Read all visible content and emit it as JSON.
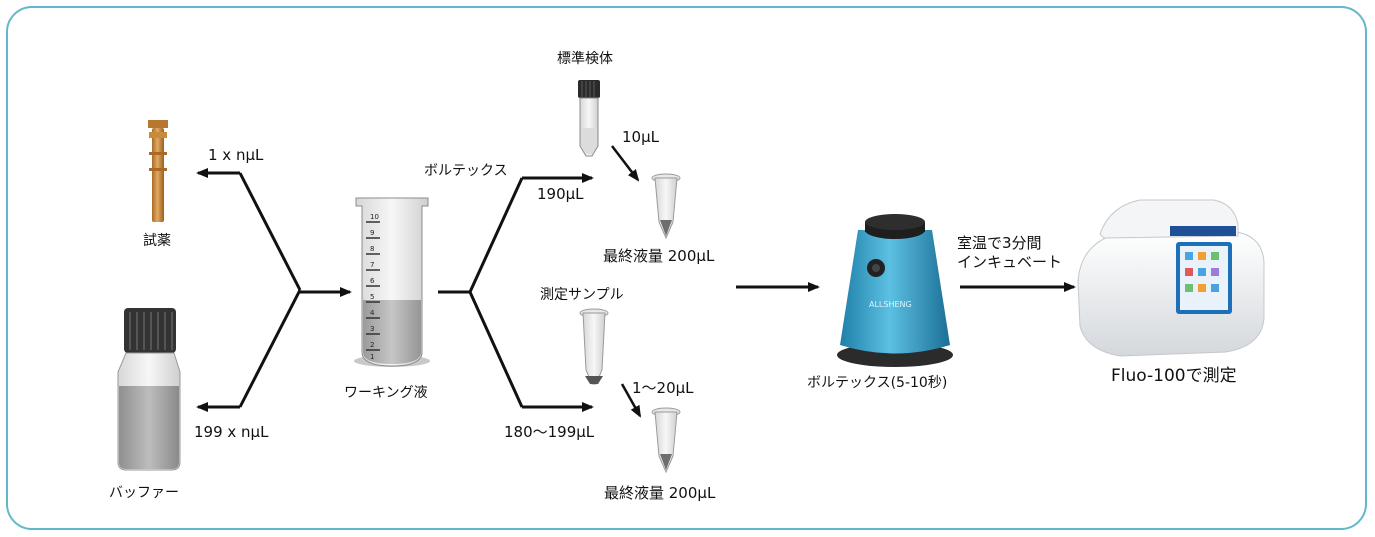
{
  "labels": {
    "reagent_amount": "1 x nμL",
    "reagent": "試薬",
    "buffer_amount": "199 x nμL",
    "buffer": "バッファー",
    "working_solution": "ワーキング液",
    "vortex_top": "ボルテックス",
    "standard_sample": "標準検体",
    "standard_volume": "10μL",
    "working_volume_top": "190μL",
    "final_volume_top": "最終液量 200μL",
    "measure_sample": "測定サンプル",
    "measure_volume": "1〜20μL",
    "working_volume_bottom": "180〜199μL",
    "final_volume_bottom": "最終液量 200μL",
    "vortex_time": "ボルテックス(5-10秒)",
    "incubate_line1": "室温で3分間",
    "incubate_line2": "インキュベート",
    "measure": "Fluo-100で測定"
  },
  "vortexer_brand": "ALLSHENG",
  "tube_graduations": [
    "10",
    "9",
    "8",
    "7",
    "6",
    "5",
    "4",
    "3",
    "2",
    "1"
  ],
  "colors": {
    "border": "#62b8c8",
    "arrow": "#111111",
    "reagent_tube": "#c98a3c",
    "vortexer": "#3a9ec4",
    "instrument_screen": "#1d6fb8"
  }
}
